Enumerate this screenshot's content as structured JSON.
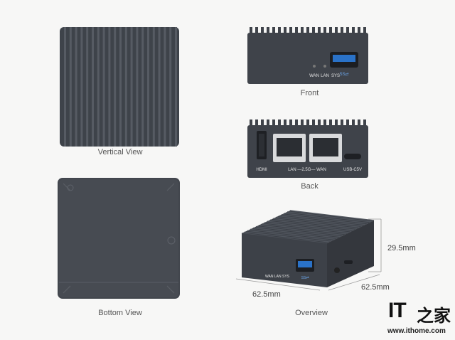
{
  "views": {
    "vertical": "Vertical View",
    "bottom": "Bottom View",
    "front": "Front",
    "back": "Back",
    "overview": "Overview"
  },
  "front_panel": {
    "led_wan": "WAN",
    "led_lan": "LAN",
    "led_sys": "SYS",
    "usb_logo": "SS⇄"
  },
  "back_panel": {
    "hdmi": "HDMI",
    "lan_wan": "LAN —2.5G— WAN",
    "usb_c": "USB-C5V"
  },
  "overview_panel": {
    "leds": "WAN LAN SYS",
    "usb_logo": "SS⇄"
  },
  "dimensions": {
    "height": "29.5mm",
    "width": "62.5mm",
    "depth": "62.5mm"
  },
  "watermark": {
    "logo_letters": "IT",
    "logo_chars": "之家",
    "url": "www.ithome.com"
  },
  "colors": {
    "device_body": "#40444b",
    "usb_blue": "#2a72c8",
    "background": "#f7f7f6"
  }
}
